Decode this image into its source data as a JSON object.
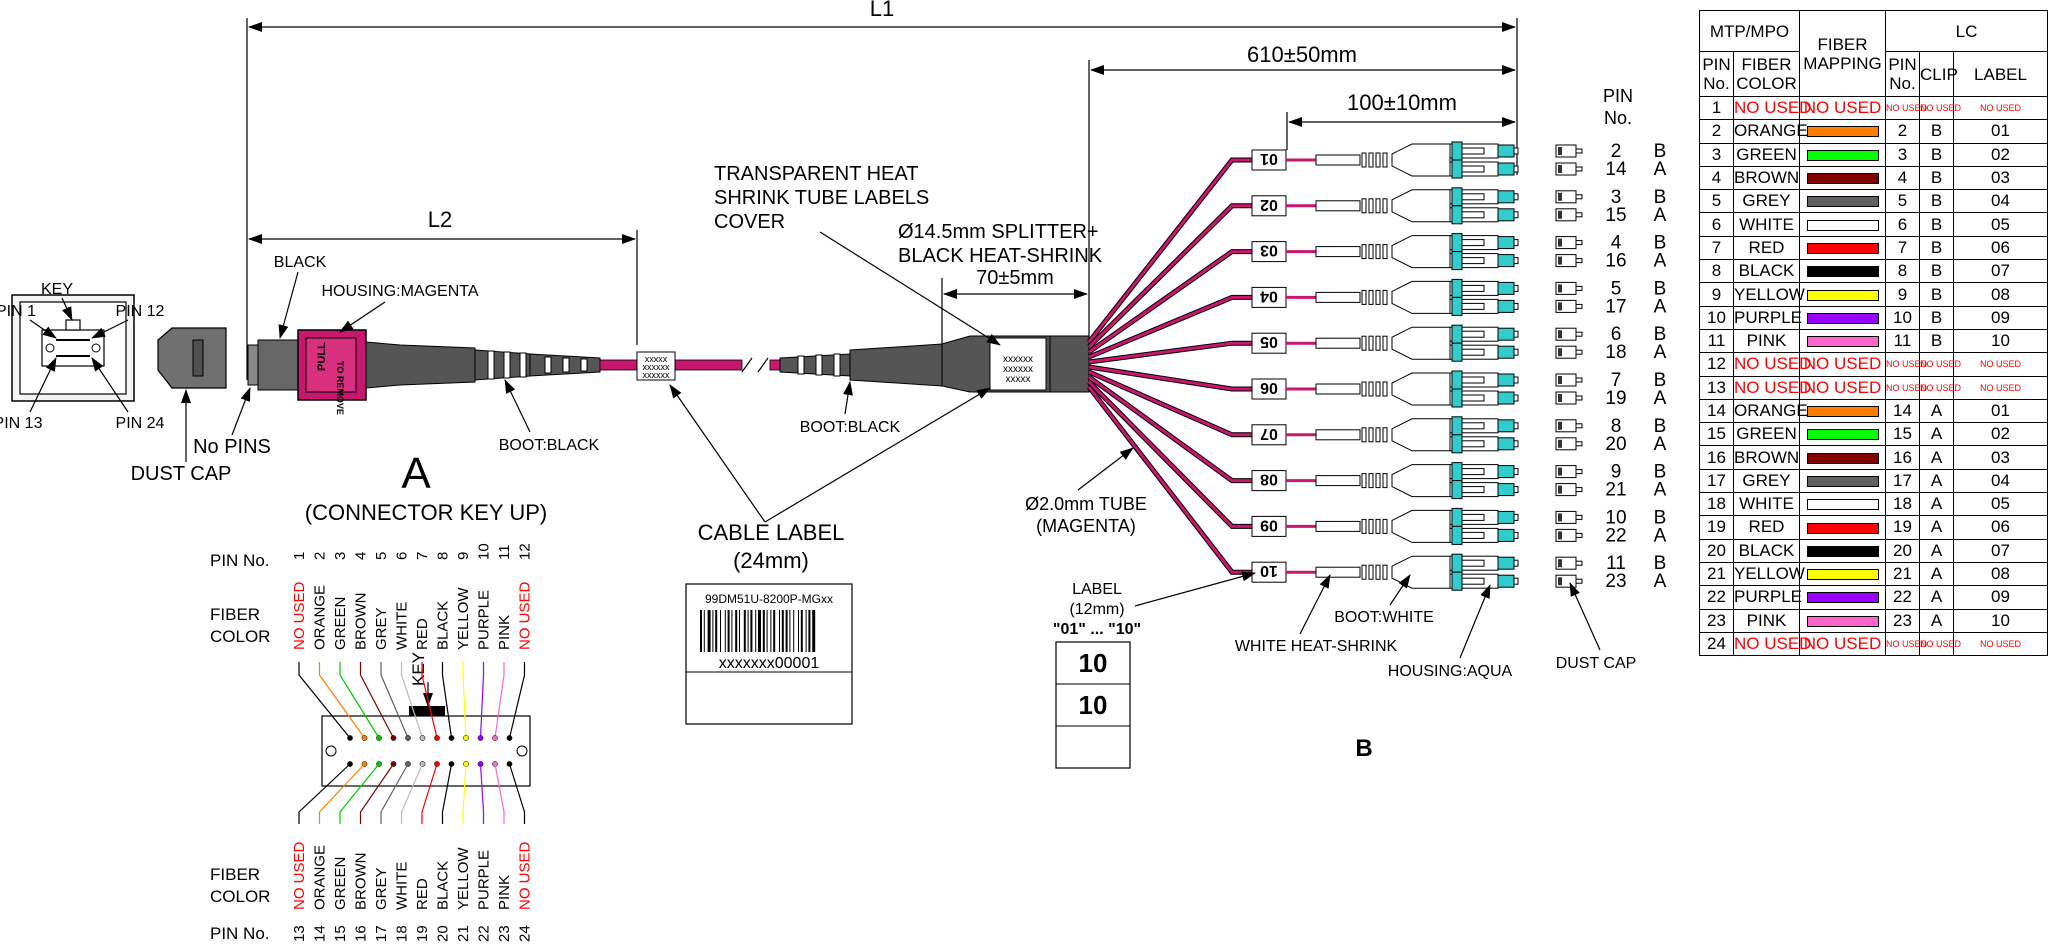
{
  "dimensions": {
    "l1": "L1",
    "l2": "L2",
    "d610": "610±50mm",
    "d100": "100±10mm",
    "d70": "70±5mm"
  },
  "connector_labels": {
    "key": "KEY",
    "pin1": "PIN 1",
    "pin12": "PIN 12",
    "pin13": "PIN 13",
    "pin24": "PIN 24",
    "dust_cap": "DUST CAP",
    "no_pins": "No PINS",
    "black": "BLACK",
    "housing": "HOUSING:MAGENTA",
    "boot1": "BOOT:BLACK",
    "boot2": "BOOT:BLACK",
    "pull": "PULL",
    "to_remove": "TO REMOVE",
    "view_letter": "A",
    "view_caption": "(CONNECTOR KEY UP)"
  },
  "cable_labels": {
    "heat_shrink_1": "TRANSPARENT HEAT",
    "heat_shrink_2": "SHRINK TUBE LABELS",
    "heat_shrink_3": "COVER",
    "splitter_1": "Ø14.5mm SPLITTER+",
    "splitter_2": "BLACK HEAT-SHRINK",
    "tube_1": "Ø2.0mm TUBE",
    "tube_2": "(MAGENTA)",
    "cable_label_1": "CABLE LABEL",
    "cable_label_2": "(24mm)",
    "x1": "xxxxx",
    "x2": "xxxxxx",
    "x3": "xxxxxx",
    "s1": "xxxxxx",
    "s2": "xxxxxx",
    "s3": "xxxxx",
    "part_number": "99DM51U-8200P-MGxx",
    "serial": "xxxxxxx00001"
  },
  "breakout": {
    "pin_no_1": "PIN",
    "pin_no_2": "No.",
    "legs": [
      {
        "label": "01",
        "pin_b": "2",
        "pin_a": "14",
        "clip_b": "B",
        "clip_a": "A"
      },
      {
        "label": "02",
        "pin_b": "3",
        "pin_a": "15",
        "clip_b": "B",
        "clip_a": "A"
      },
      {
        "label": "03",
        "pin_b": "4",
        "pin_a": "16",
        "clip_b": "B",
        "clip_a": "A"
      },
      {
        "label": "04",
        "pin_b": "5",
        "pin_a": "17",
        "clip_b": "B",
        "clip_a": "A"
      },
      {
        "label": "05",
        "pin_b": "6",
        "pin_a": "18",
        "clip_b": "B",
        "clip_a": "A"
      },
      {
        "label": "06",
        "pin_b": "7",
        "pin_a": "19",
        "clip_b": "B",
        "clip_a": "A"
      },
      {
        "label": "07",
        "pin_b": "8",
        "pin_a": "20",
        "clip_b": "B",
        "clip_a": "A"
      },
      {
        "label": "08",
        "pin_b": "9",
        "pin_a": "21",
        "clip_b": "B",
        "clip_a": "A"
      },
      {
        "label": "09",
        "pin_b": "10",
        "pin_a": "22",
        "clip_b": "B",
        "clip_a": "A"
      },
      {
        "label": "10",
        "pin_b": "11",
        "pin_a": "23",
        "clip_b": "B",
        "clip_a": "A"
      }
    ],
    "label_12_1": "LABEL",
    "label_12_2": "(12mm)",
    "label_12_3": "\"01\" ... \"10\"",
    "sample_1": "10",
    "sample_2": "10",
    "boot_white": "BOOT:WHITE",
    "white_heat_shrink": "WHITE HEAT-SHRINK",
    "housing_aqua": "HOUSING:AQUA",
    "dust_cap": "DUST CAP",
    "view_b": "B"
  },
  "pinout": {
    "pin_no_label": "PIN No.",
    "fiber_color_label": "FIBER",
    "fiber_color_label2": "COLOR",
    "key": "KEY",
    "top_pins": [
      "1",
      "2",
      "3",
      "4",
      "5",
      "6",
      "7",
      "8",
      "9",
      "10",
      "11",
      "12"
    ],
    "bottom_pins": [
      "13",
      "14",
      "15",
      "16",
      "17",
      "18",
      "19",
      "20",
      "21",
      "22",
      "23",
      "24"
    ],
    "colors": [
      "NO USED",
      "ORANGE",
      "GREEN",
      "BROWN",
      "GREY",
      "WHITE",
      "RED",
      "BLACK",
      "YELLOW",
      "PURPLE",
      "PINK",
      "NO USED"
    ],
    "hex": [
      "#000000",
      "#ff8000",
      "#00cc00",
      "#800000",
      "#606060",
      "#bbbbbb",
      "#ff0000",
      "#000000",
      "#ffff00",
      "#9900ff",
      "#ff66cc",
      "#000000"
    ]
  },
  "table": {
    "group_mtp": "MTP/MPO",
    "group_mapping_1": "FIBER",
    "group_mapping_2": "MAPPING",
    "group_lc": "LC",
    "col_pin_1": "PIN",
    "col_pin_2": "No.",
    "col_color_1": "FIBER",
    "col_color_2": "COLOR",
    "col_lc_pin_1": "PIN",
    "col_lc_pin_2": "No.",
    "col_clip": "CLIP",
    "col_label": "LABEL",
    "rows": [
      {
        "pin": "1",
        "color": "NO USED",
        "map": "NO USED",
        "lc": "NO USED",
        "clip": "NO USED",
        "label": "NO USED",
        "hex": ""
      },
      {
        "pin": "2",
        "color": "ORANGE",
        "map": "",
        "lc": "2",
        "clip": "B",
        "label": "01",
        "hex": "#ff8000"
      },
      {
        "pin": "3",
        "color": "GREEN",
        "map": "",
        "lc": "3",
        "clip": "B",
        "label": "02",
        "hex": "#00ff00"
      },
      {
        "pin": "4",
        "color": "BROWN",
        "map": "",
        "lc": "4",
        "clip": "B",
        "label": "03",
        "hex": "#800000"
      },
      {
        "pin": "5",
        "color": "GREY",
        "map": "",
        "lc": "5",
        "clip": "B",
        "label": "04",
        "hex": "#606060"
      },
      {
        "pin": "6",
        "color": "WHITE",
        "map": "",
        "lc": "6",
        "clip": "B",
        "label": "05",
        "hex": "#ffffff"
      },
      {
        "pin": "7",
        "color": "RED",
        "map": "",
        "lc": "7",
        "clip": "B",
        "label": "06",
        "hex": "#ff0000"
      },
      {
        "pin": "8",
        "color": "BLACK",
        "map": "",
        "lc": "8",
        "clip": "B",
        "label": "07",
        "hex": "#000000"
      },
      {
        "pin": "9",
        "color": "YELLOW",
        "map": "",
        "lc": "9",
        "clip": "B",
        "label": "08",
        "hex": "#ffff00"
      },
      {
        "pin": "10",
        "color": "PURPLE",
        "map": "",
        "lc": "10",
        "clip": "B",
        "label": "09",
        "hex": "#9900ff"
      },
      {
        "pin": "11",
        "color": "PINK",
        "map": "",
        "lc": "11",
        "clip": "B",
        "label": "10",
        "hex": "#ff66cc"
      },
      {
        "pin": "12",
        "color": "NO USED",
        "map": "NO USED",
        "lc": "NO USED",
        "clip": "NO USED",
        "label": "NO USED",
        "hex": ""
      },
      {
        "pin": "13",
        "color": "NO USED",
        "map": "NO USED",
        "lc": "NO USED",
        "clip": "NO USED",
        "label": "NO USED",
        "hex": ""
      },
      {
        "pin": "14",
        "color": "ORANGE",
        "map": "",
        "lc": "14",
        "clip": "A",
        "label": "01",
        "hex": "#ff8000"
      },
      {
        "pin": "15",
        "color": "GREEN",
        "map": "",
        "lc": "15",
        "clip": "A",
        "label": "02",
        "hex": "#00ff00"
      },
      {
        "pin": "16",
        "color": "BROWN",
        "map": "",
        "lc": "16",
        "clip": "A",
        "label": "03",
        "hex": "#800000"
      },
      {
        "pin": "17",
        "color": "GREY",
        "map": "",
        "lc": "17",
        "clip": "A",
        "label": "04",
        "hex": "#606060"
      },
      {
        "pin": "18",
        "color": "WHITE",
        "map": "",
        "lc": "18",
        "clip": "A",
        "label": "05",
        "hex": "#ffffff"
      },
      {
        "pin": "19",
        "color": "RED",
        "map": "",
        "lc": "19",
        "clip": "A",
        "label": "06",
        "hex": "#ff0000"
      },
      {
        "pin": "20",
        "color": "BLACK",
        "map": "",
        "lc": "20",
        "clip": "A",
        "label": "07",
        "hex": "#000000"
      },
      {
        "pin": "21",
        "color": "YELLOW",
        "map": "",
        "lc": "21",
        "clip": "A",
        "label": "08",
        "hex": "#ffff00"
      },
      {
        "pin": "22",
        "color": "PURPLE",
        "map": "",
        "lc": "22",
        "clip": "A",
        "label": "09",
        "hex": "#9900ff"
      },
      {
        "pin": "23",
        "color": "PINK",
        "map": "",
        "lc": "23",
        "clip": "A",
        "label": "10",
        "hex": "#ff66cc"
      },
      {
        "pin": "24",
        "color": "NO USED",
        "map": "NO USED",
        "lc": "NO USED",
        "clip": "NO USED",
        "label": "NO USED",
        "hex": ""
      }
    ]
  },
  "colors": {
    "magenta": "#c8176f",
    "aqua": "#33cccc",
    "cable_dark": "#555555",
    "no_used_red": "#ff0000"
  }
}
